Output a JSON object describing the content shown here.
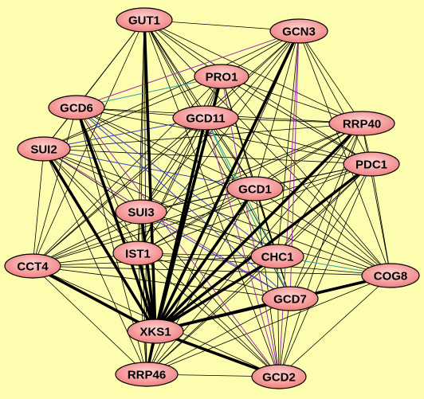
{
  "colors": {
    "background": "#fdfdb0",
    "node_fill_light": "#ffd3d3",
    "node_fill_dark": "#f08080",
    "node_stroke": "#000000",
    "edge_default": "#000000",
    "edge_purple": "#9b30b0",
    "edge_blue": "#3040c0",
    "edge_teal": "#2aa39b"
  },
  "graph": {
    "nodes": [
      {
        "id": "GUT1",
        "label": "GUT1"
      },
      {
        "id": "GCN3",
        "label": "GCN3"
      },
      {
        "id": "PRO1",
        "label": "PRO1"
      },
      {
        "id": "GCD6",
        "label": "GCD6"
      },
      {
        "id": "GCD11",
        "label": "GCD11"
      },
      {
        "id": "RRP40",
        "label": "RRP40"
      },
      {
        "id": "SUI2",
        "label": "SUI2"
      },
      {
        "id": "PDC1",
        "label": "PDC1"
      },
      {
        "id": "GCD1",
        "label": "GCD1"
      },
      {
        "id": "SUI3",
        "label": "SUI3"
      },
      {
        "id": "IST1",
        "label": "IST1"
      },
      {
        "id": "CHC1",
        "label": "CHC1"
      },
      {
        "id": "CCT4",
        "label": "CCT4"
      },
      {
        "id": "COG8",
        "label": "COG8"
      },
      {
        "id": "GCD7",
        "label": "GCD7"
      },
      {
        "id": "XKS1",
        "label": "XKS1"
      },
      {
        "id": "RRP46",
        "label": "RRP46"
      },
      {
        "id": "GCD2",
        "label": "GCD2"
      }
    ],
    "thick_edges": [
      [
        "XKS1",
        "GUT1"
      ],
      [
        "XKS1",
        "GCN3"
      ],
      [
        "XKS1",
        "GCD6"
      ],
      [
        "XKS1",
        "GCD11"
      ],
      [
        "XKS1",
        "SUI2"
      ],
      [
        "XKS1",
        "RRP40"
      ],
      [
        "XKS1",
        "PDC1"
      ],
      [
        "XKS1",
        "GCD1"
      ],
      [
        "XKS1",
        "SUI3"
      ],
      [
        "XKS1",
        "IST1"
      ],
      [
        "XKS1",
        "CHC1"
      ],
      [
        "XKS1",
        "CCT4"
      ],
      [
        "XKS1",
        "COG8"
      ],
      [
        "XKS1",
        "GCD7"
      ],
      [
        "XKS1",
        "GCD2"
      ],
      [
        "XKS1",
        "PRO1"
      ],
      [
        "XKS1",
        "RRP46"
      ]
    ],
    "colored_edges": [
      {
        "from": "GCN3",
        "to": "GCD7",
        "color": "purple"
      },
      {
        "from": "GCN3",
        "to": "GCD2",
        "color": "purple"
      },
      {
        "from": "GCD6",
        "to": "GCD2",
        "color": "purple"
      },
      {
        "from": "PRO1",
        "to": "GCD2",
        "color": "purple"
      },
      {
        "from": "SUI2",
        "to": "GCD7",
        "color": "purple"
      },
      {
        "from": "GCD6",
        "to": "GCN3",
        "color": "purple"
      },
      {
        "from": "GCD11",
        "to": "GCD2",
        "color": "purple"
      },
      {
        "from": "SUI2",
        "to": "GCD1",
        "color": "blue"
      },
      {
        "from": "GCD6",
        "to": "GCD7",
        "color": "blue"
      },
      {
        "from": "SUI3",
        "to": "GCD7",
        "color": "blue"
      },
      {
        "from": "GCD11",
        "to": "SUI2",
        "color": "blue"
      },
      {
        "from": "GCD6",
        "to": "CHC1",
        "color": "blue"
      },
      {
        "from": "PRO1",
        "to": "GCD6",
        "color": "teal"
      },
      {
        "from": "GCD11",
        "to": "CHC1",
        "color": "teal"
      },
      {
        "from": "CHC1",
        "to": "COG8",
        "color": "teal"
      },
      {
        "from": "GCD11",
        "to": "GCD7",
        "color": "teal"
      }
    ]
  }
}
